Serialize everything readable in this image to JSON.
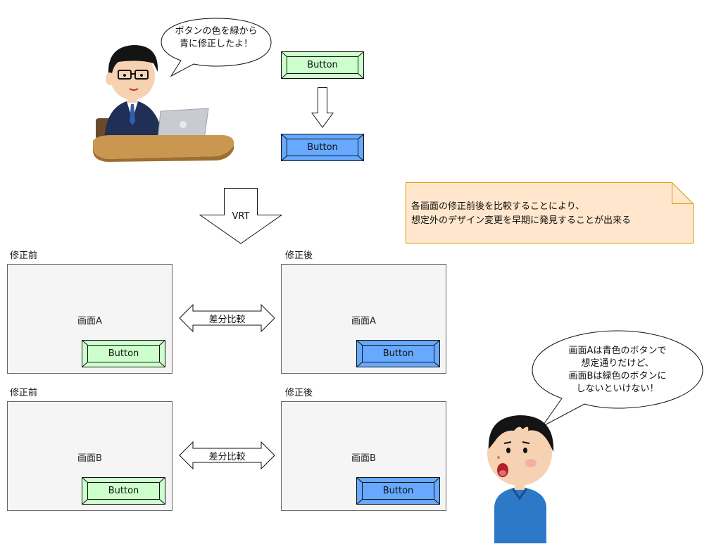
{
  "top": {
    "developer_bubble": [
      "ボタンの色を緑から",
      "青に修正したよ！"
    ],
    "button_before": "Button",
    "button_after": "Button",
    "vrt_label": "VRT"
  },
  "note": {
    "lines": [
      "各画面の修正前後を比較することにより、",
      "想定外のデザイン変更を早期に発見することが出来る"
    ]
  },
  "rows": [
    {
      "before_label": "修正前",
      "after_label": "修正後",
      "before_screen_title": "画面A",
      "after_screen_title": "画面A",
      "before_button": "Button",
      "after_button": "Button",
      "compare_label": "差分比較"
    },
    {
      "before_label": "修正前",
      "after_label": "修正後",
      "before_screen_title": "画面B",
      "after_screen_title": "画面B",
      "before_button": "Button",
      "after_button": "Button",
      "compare_label": "差分比較"
    }
  ],
  "reviewer_bubble": [
    "画面Aは青色のボタンで",
    "想定通りだけど、",
    "画面Bは緑色のボタンに",
    "しないといけない！"
  ],
  "colors": {
    "green_button": "#ccffcc",
    "blue_button": "#66a9ff",
    "note_fill": "#ffe6cc",
    "note_border": "#d79b00",
    "screen_fill": "#f5f5f5"
  }
}
